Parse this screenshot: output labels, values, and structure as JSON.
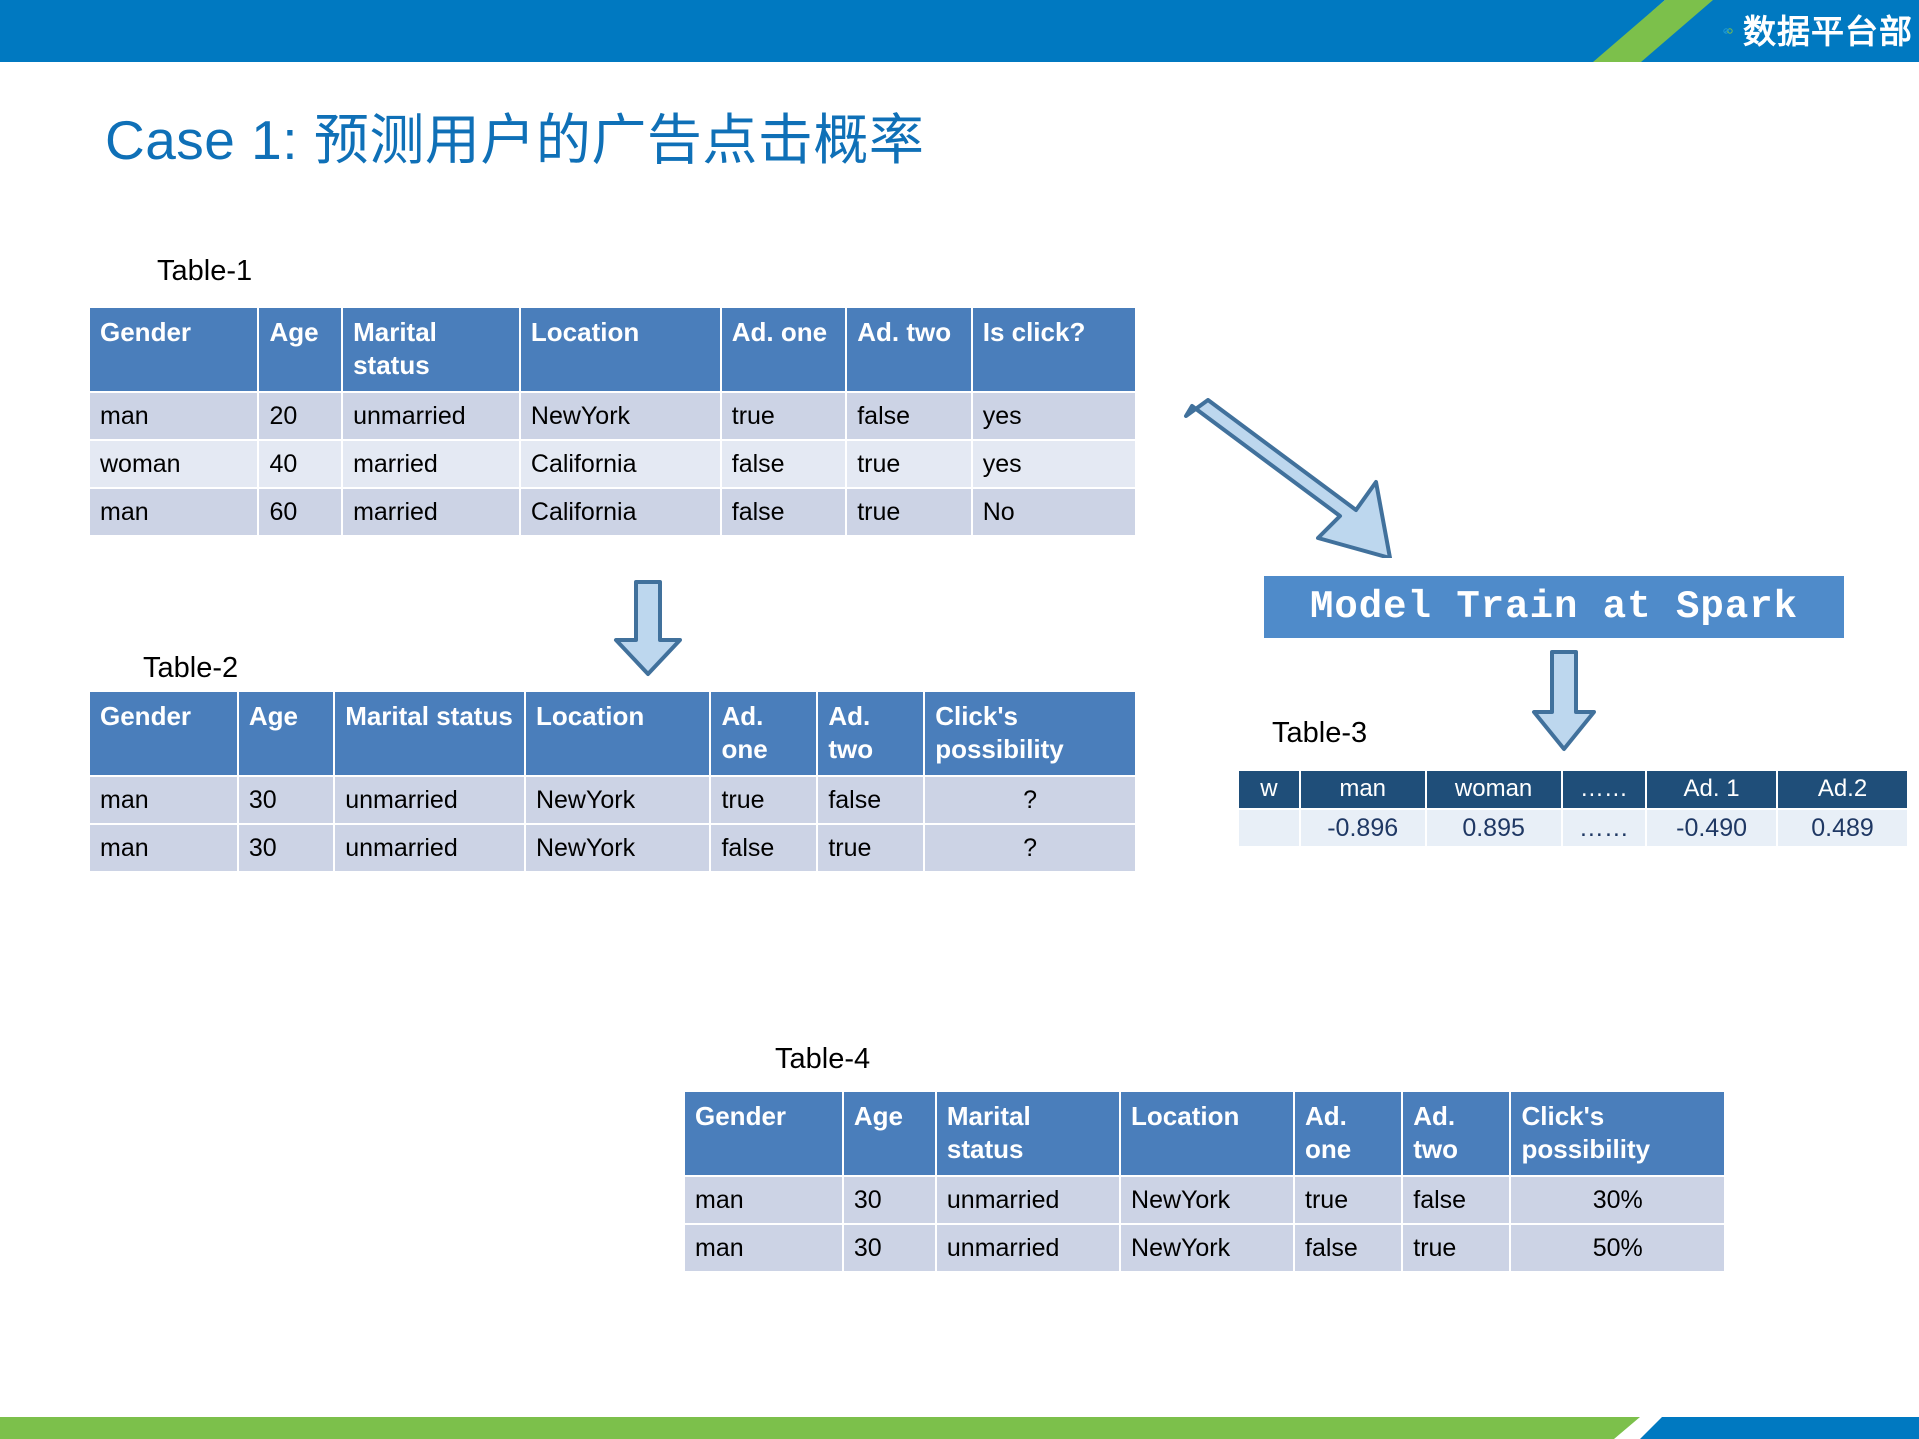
{
  "header": {
    "logo_icon": "infinity-rings-logo",
    "logo_text": "数据平台部"
  },
  "title": "Case 1: 预测用户的广告点击概率",
  "captions": {
    "table1": "Table-1",
    "table2": "Table-2",
    "table3": "Table-3",
    "table4": "Table-4"
  },
  "model_box": {
    "label": "Model Train at Spark"
  },
  "colors": {
    "banner_blue": "#0079c1",
    "banner_green": "#7cc04b",
    "title_blue": "#0f70b7",
    "table_header_blue": "#4a7ebb",
    "table_row_blue": "#ccd3e5",
    "table_row_alt": "#e4e9f3",
    "table3_header_navy": "#1f4e79",
    "table3_row": "#e8eff7",
    "accent_red": "#ff0000",
    "percent_red": "#ff3b16",
    "arrow_fill": "#bdd7ee",
    "arrow_stroke": "#41719c"
  },
  "table1": {
    "headers": [
      "Gender",
      "Age",
      "Marital status",
      "Location",
      "Ad. one",
      "Ad. two",
      "Is click?"
    ],
    "rows": [
      [
        "man",
        "20",
        "unmarried",
        "NewYork",
        "true",
        "false",
        "yes"
      ],
      [
        "woman",
        "40",
        "married",
        "California",
        "false",
        "true",
        "yes"
      ],
      [
        "man",
        "60",
        "married",
        "California",
        "false",
        "true",
        "No"
      ]
    ]
  },
  "table2": {
    "headers": [
      "Gender",
      "Age",
      "Marital status",
      "Location",
      "Ad. one",
      "Ad. two",
      "Click's possibility"
    ],
    "rows": [
      [
        "man",
        "30",
        "unmarried",
        "NewYork",
        "true",
        "false",
        "?"
      ],
      [
        "man",
        "30",
        "unmarried",
        "NewYork",
        "false",
        "true",
        "?"
      ]
    ]
  },
  "table3": {
    "headers": [
      "w",
      "man",
      "woman",
      "……",
      "Ad. 1",
      "Ad.2"
    ],
    "rows": [
      [
        "",
        "-0.896",
        "0.895",
        "……",
        "-0.490",
        "0.489"
      ]
    ]
  },
  "table4": {
    "headers": [
      "Gender",
      "Age",
      "Marital status",
      "Location",
      "Ad. one",
      "Ad. two",
      "Click's possibility"
    ],
    "rows": [
      [
        "man",
        "30",
        "unmarried",
        "NewYork",
        "true",
        "false",
        "30%"
      ],
      [
        "man",
        "30",
        "unmarried",
        "NewYork",
        "false",
        "true",
        "50%"
      ]
    ]
  },
  "arrows": {
    "diagonal": "arrow-table1-to-model",
    "vertical_left": "arrow-table1-to-table2",
    "vertical_right": "arrow-model-to-table3"
  }
}
